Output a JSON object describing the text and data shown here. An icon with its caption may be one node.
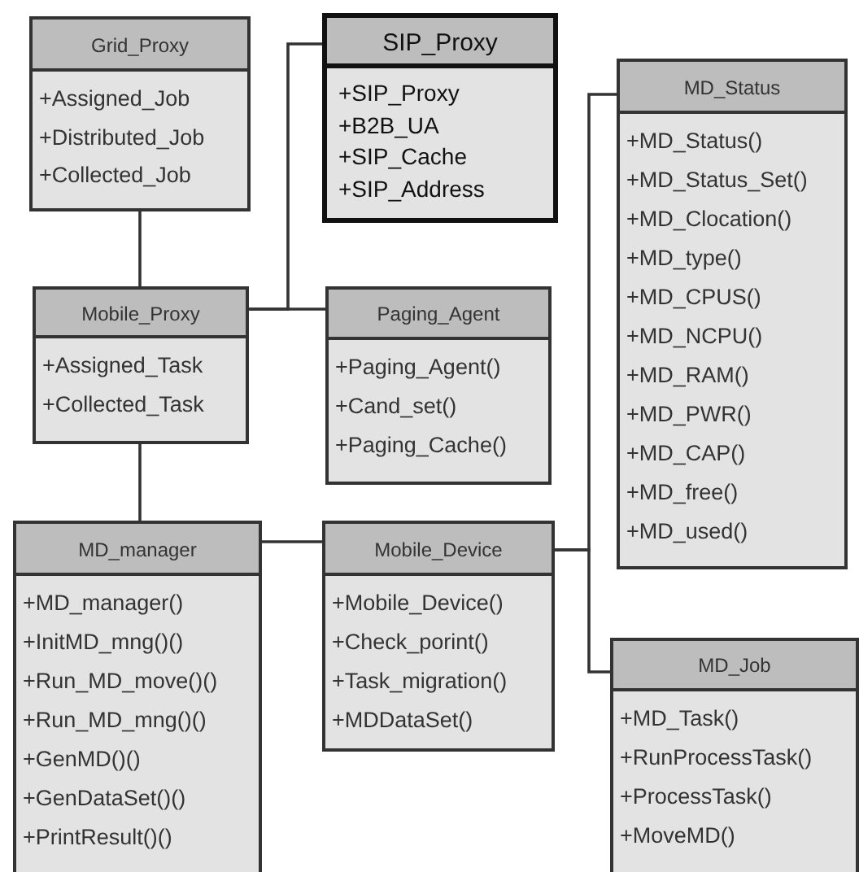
{
  "diagram": {
    "nodes": [
      {
        "text": [
          "Grid_Proxy",
          "+Assigned_Job",
          "+Distributed_Job",
          "+Collected_Job"
        ]
      },
      {
        "text": [
          "SIP_Proxy",
          "+SIP_Proxy",
          "+B2B_UA",
          "+SIP_Cache",
          "+SIP_Address"
        ]
      },
      {
        "text": [
          "MD_Status",
          "+MD_Status()",
          "+MD_Status_Set()",
          "+MD_Clocation()",
          "+MD_type()",
          "+MD_CPUS()",
          "+MD_NCPU()",
          "+MD_RAM()",
          "+MD_PWR()",
          "+MD_CAP()",
          "+MD_free()",
          "+MD_used()"
        ]
      },
      {
        "text": [
          "Mobile_Proxy",
          "+Assigned_Task",
          "+Collected_Task"
        ]
      },
      {
        "text": [
          "Paging_Agent",
          "+Paging_Agent()",
          "+Cand_set()",
          "+Paging_Cache()"
        ]
      },
      {
        "text": [
          "MD_manager",
          "+MD_manager()",
          "+InitMD_mng()()",
          "+Run_MD_move()()",
          "+Run_MD_mng()()",
          "+GenMD()()",
          "+GenDataSet()()",
          "+PrintResult()()"
        ]
      },
      {
        "text": [
          "Mobile_Device",
          "+Mobile_Device()",
          "+Check_porint()",
          "+Task_migration()",
          "+MDDataSet()"
        ]
      },
      {
        "text": [
          "MD_Job",
          "+MD_Task()",
          "+RunProcessTask()",
          "+ProcessTask()",
          "+MoveMD()"
        ]
      }
    ],
    "edges": [
      {
        "from": 0,
        "to": 3,
        "arrow": "none"
      },
      {
        "from": 3,
        "to": 1,
        "arrow": "none"
      },
      {
        "from": 3,
        "to": 4,
        "arrow": "none"
      },
      {
        "from": 3,
        "to": 5,
        "arrow": "none"
      },
      {
        "from": 5,
        "to": 6,
        "arrow": "none"
      },
      {
        "from": 6,
        "to": 2,
        "arrow": "none"
      },
      {
        "from": 6,
        "to": 7,
        "arrow": "none"
      }
    ]
  }
}
